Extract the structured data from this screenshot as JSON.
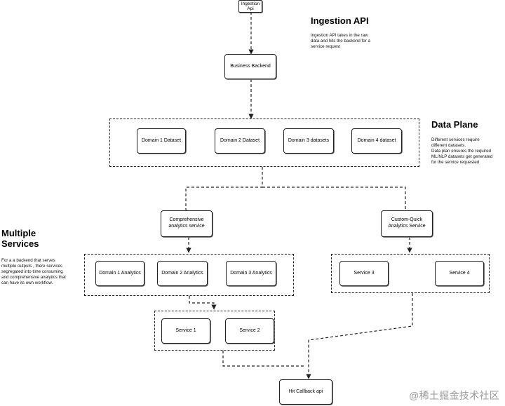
{
  "nodes": {
    "ingestion_api": "Ingestion\nApi",
    "business_backend": "Business Backend",
    "domain1_dataset": "Domain 1 Dataset",
    "domain2_dataset": "Domain 2 Dataset",
    "domain3_datasets": "Domain 3 datasets",
    "domain4_dataset": "Domain 4 dataset",
    "comprehensive_service": "Comprehensive\nanalytics service",
    "custom_quick_service": "Custom-Quick\nAnalytics Service",
    "domain1_analytics": "Domain 1 Analytics",
    "domain2_analytics": "Domain 2 Analytics",
    "domain3_analytics": "Domain 3 Analytics",
    "service3": "Service 3",
    "service4": "Service 4",
    "service1": "Service 1",
    "service2": "Service 2",
    "hit_callback": "Hit Callback api"
  },
  "annotations": {
    "ingestion": {
      "title": "Ingestion API",
      "text": "Ingestion API takes in the raw\ndata and hits the backend for a\nservice request"
    },
    "data_plane": {
      "title": "Data Plane",
      "text": "Different services require\ndifferent datasets.\nData plan ensures the required\nML/NLP datasets get generated\nfor the service requested"
    },
    "multiple_services": {
      "title": "Multiple\nServices",
      "text": "For a a backend that serves\nmultiple outputs , there services\nsegregated into time consuming\nand comprehensive analytics that\ncan have its own workflow."
    }
  },
  "watermark": "@稀土掘金技术社区"
}
